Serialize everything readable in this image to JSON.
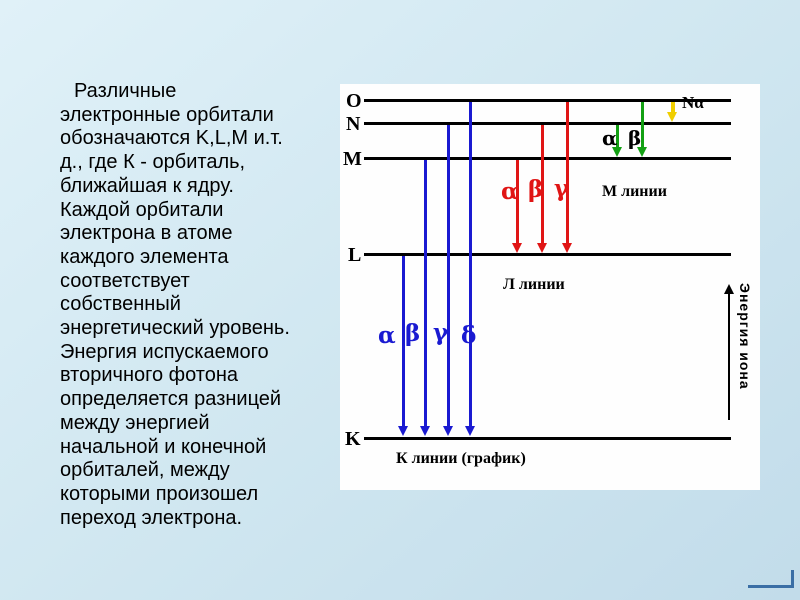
{
  "slide": {
    "body_text": "Различные\nэлектронные орбитали\nобозначаются K,L,M и.т.\nд., где К - орбиталь,\nближайшая к ядру.\nКаждой орбитали\nэлектрона в атоме\nкаждого элемента\nсоответствует\nсобственный\nэнергетический уровень.\nЭнергия испускаемого\nвторичного фотона\nопределяется разницей\nмежду энергией\nначальной и конечной\nорбиталей, между\nкоторыми произошел\nпереход электрона."
  },
  "diagram": {
    "levels": [
      "O",
      "N",
      "M",
      "L",
      "K"
    ],
    "k_series": {
      "greek": [
        "α",
        "β",
        "γ",
        "δ"
      ],
      "caption": "К линии (график)",
      "color": "#1a1ad1"
    },
    "l_series": {
      "greek": [
        "α",
        "β",
        "γ"
      ],
      "caption": "Л линии",
      "color": "#e01515"
    },
    "m_series": {
      "greek": [
        "α",
        "β"
      ],
      "caption": "М линии",
      "color": "#13a013"
    },
    "n_series": {
      "label": "Nα",
      "color": "#f0ce00"
    },
    "energy_axis_label": "Энергия иона"
  },
  "colors": {
    "background": "#cfe6f0",
    "panel": "#fefefe",
    "level_lines": "#000000",
    "corner_accent": "#3a6ea5"
  }
}
